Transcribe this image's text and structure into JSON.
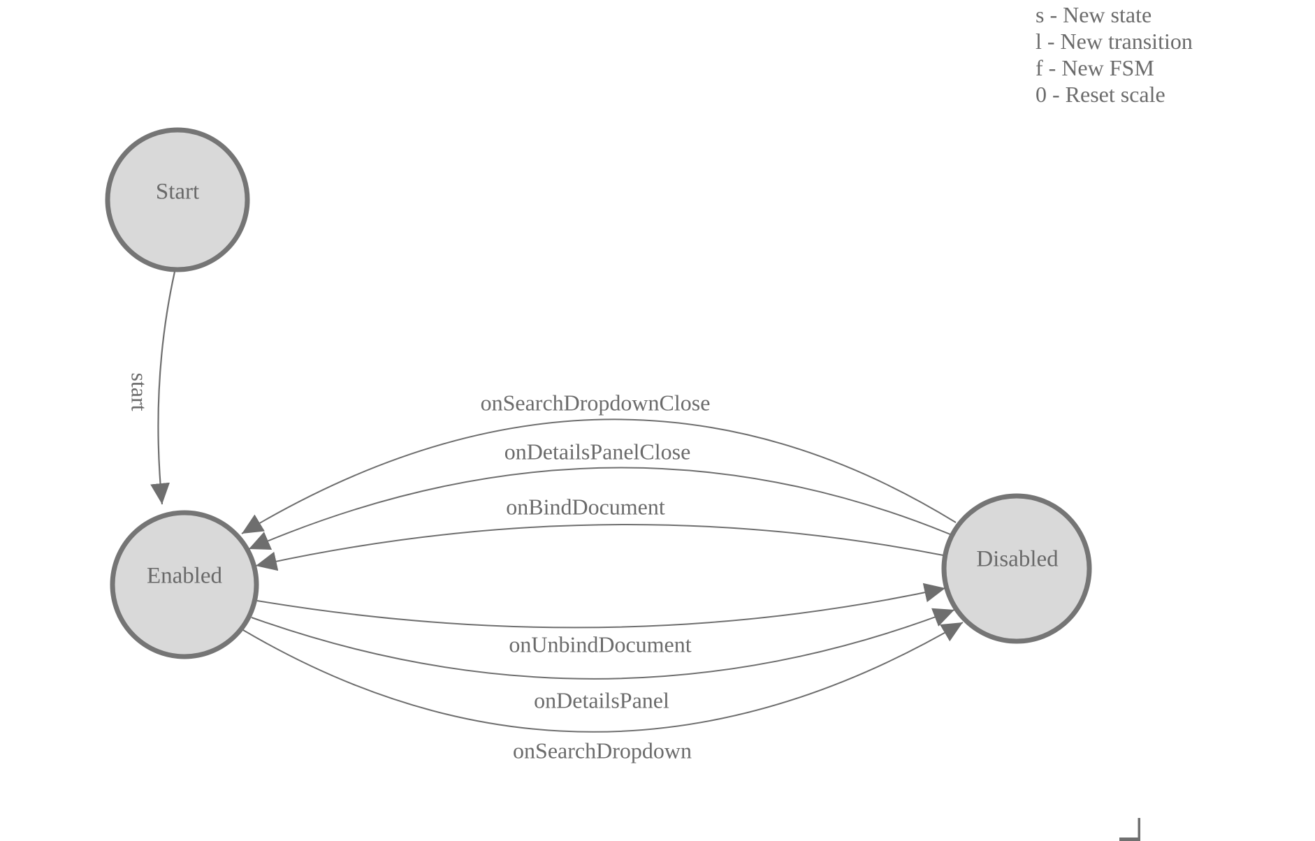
{
  "diagram": {
    "states": [
      {
        "id": "start",
        "label": "Start"
      },
      {
        "id": "enabled",
        "label": "Enabled"
      },
      {
        "id": "disabled",
        "label": "Disabled"
      }
    ],
    "transitions": [
      {
        "label": "start",
        "from": "Start",
        "to": "Enabled"
      },
      {
        "label": "onSearchDropdownClose",
        "from": "Disabled",
        "to": "Enabled"
      },
      {
        "label": "onDetailsPanelClose",
        "from": "Disabled",
        "to": "Enabled"
      },
      {
        "label": "onBindDocument",
        "from": "Disabled",
        "to": "Enabled"
      },
      {
        "label": "onUnbindDocument",
        "from": "Enabled",
        "to": "Disabled"
      },
      {
        "label": "onDetailsPanel",
        "from": "Enabled",
        "to": "Disabled"
      },
      {
        "label": "onSearchDropdown",
        "from": "Enabled",
        "to": "Disabled"
      }
    ]
  },
  "legend": {
    "lines": [
      "s - New state",
      "l - New transition",
      "f - New FSM",
      "0 - Reset scale"
    ]
  },
  "colors": {
    "background": "#ffffff",
    "node_fill": "#d9d9d9",
    "node_stroke": "#757575",
    "edge_stroke": "#6e6e6e",
    "arrow_fill": "#6e6e6e",
    "label_text": "#6b6b6b"
  }
}
